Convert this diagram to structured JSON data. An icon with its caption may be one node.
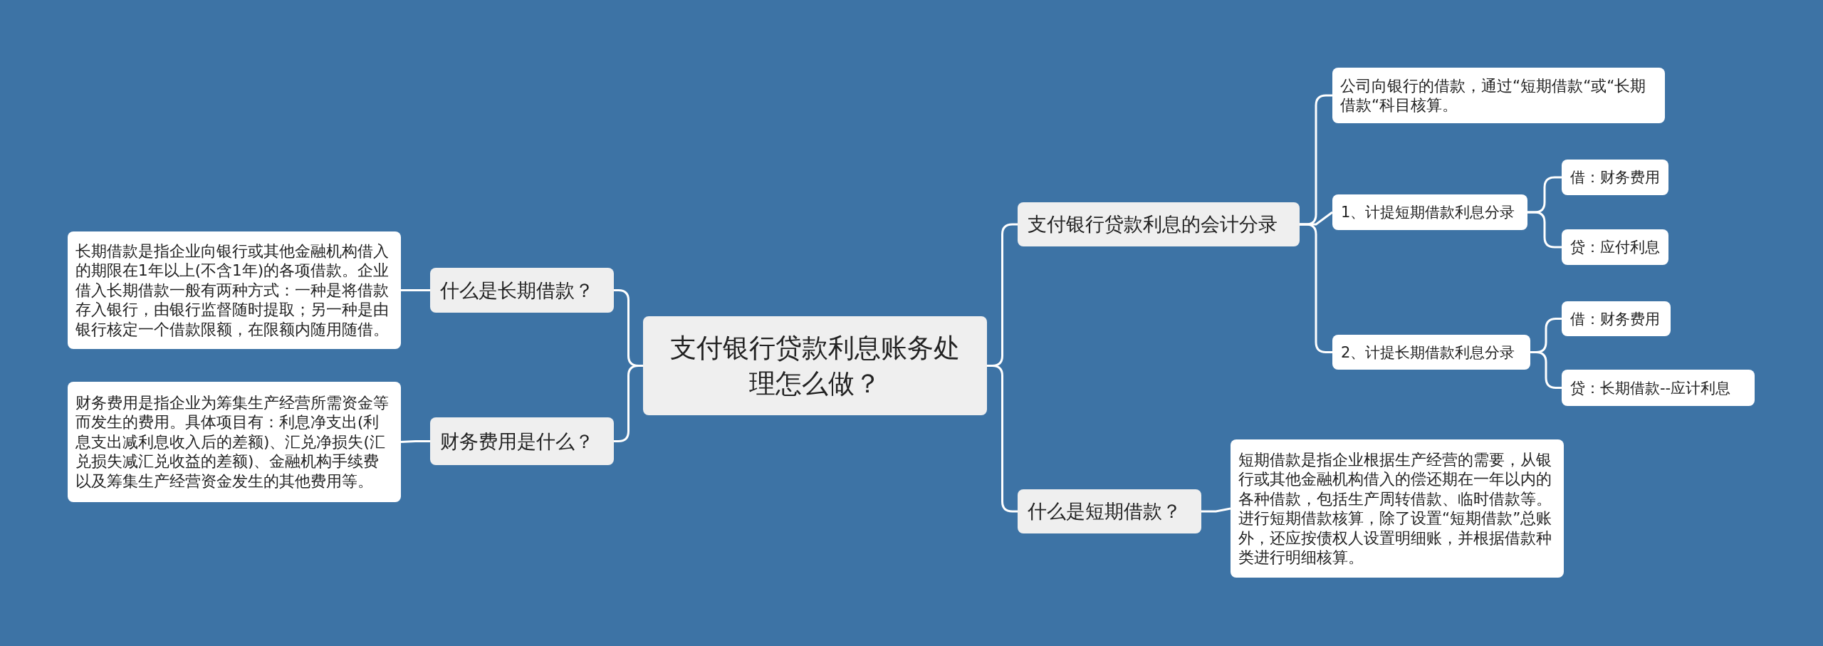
{
  "diagram": {
    "nodes": [
      {
        "text": [
          "支付银行贷款利息账务处理怎么做？"
        ]
      },
      {
        "text": [
          "支付银行贷款利息的会计分录"
        ]
      },
      {
        "text": [
          "公司向银行的借款，通过“短期借款“或“长期借款“科目核算。"
        ]
      },
      {
        "text": [
          "1、计提短期借款利息分录"
        ]
      },
      {
        "text": [
          "借：财务费用"
        ]
      },
      {
        "text": [
          "贷：应付利息"
        ]
      },
      {
        "text": [
          "2、计提长期借款利息分录"
        ]
      },
      {
        "text": [
          "借：财务费用"
        ]
      },
      {
        "text": [
          "贷：长期借款--应计利息"
        ]
      },
      {
        "text": [
          "什么是短期借款？"
        ]
      },
      {
        "text": [
          "短期借款是指企业根据生产经营的需要，从银行或其他金融机构借入的偿还期在一年以内的各种借款，包括生产周转借款、临时借款等。进行短期借款核算，除了设置“短期借款”总账外，还应按债权人设置明细账，并根据借款种类进行明细核算。"
        ]
      },
      {
        "text": [
          "什么是长期借款？"
        ]
      },
      {
        "text": [
          "长期借款是指企业向银行或其他金融机构借入的期限在1年以上(不含1年)的各项借款。企业借入长期借款一般有两种方式：一种是将借款存入银行，由银行监督随时提取；另一种是由银行核定一个借款限额，在限额内随用随借。"
        ]
      },
      {
        "text": [
          "财务费用是什么？"
        ]
      },
      {
        "text": [
          "财务费用是指企业为筹集生产经营所需资金等而发生的费用。具体项目有：利息净支出(利息支出减利息收入后的差额)、汇兑净损失(汇兑损失减汇兑收益的差额)、金融机构手续费以及筹集生产经营资金发生的其他费用等。"
        ]
      }
    ],
    "edges": [
      {
        "from": 0,
        "to": 1,
        "arrow": "none"
      },
      {
        "from": 1,
        "to": 2,
        "arrow": "none"
      },
      {
        "from": 1,
        "to": 3,
        "arrow": "none"
      },
      {
        "from": 3,
        "to": 4,
        "arrow": "none"
      },
      {
        "from": 3,
        "to": 5,
        "arrow": "none"
      },
      {
        "from": 1,
        "to": 6,
        "arrow": "none"
      },
      {
        "from": 6,
        "to": 7,
        "arrow": "none"
      },
      {
        "from": 6,
        "to": 8,
        "arrow": "none"
      },
      {
        "from": 0,
        "to": 9,
        "arrow": "none"
      },
      {
        "from": 9,
        "to": 10,
        "arrow": "none"
      },
      {
        "from": 0,
        "to": 11,
        "arrow": "none"
      },
      {
        "from": 11,
        "to": 12,
        "arrow": "none"
      },
      {
        "from": 0,
        "to": 13,
        "arrow": "none"
      },
      {
        "from": 13,
        "to": 14,
        "arrow": "none"
      }
    ]
  }
}
